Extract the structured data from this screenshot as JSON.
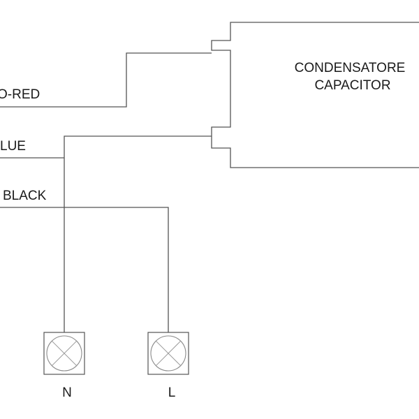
{
  "wires": {
    "red_label": "O-RED",
    "blue_label": "LUE",
    "black_label": "BLACK"
  },
  "capacitor": {
    "line1": "CONDENSATORE",
    "line2": "CAPACITOR"
  },
  "lamps": {
    "neutral_label": "N",
    "live_label": "L"
  }
}
